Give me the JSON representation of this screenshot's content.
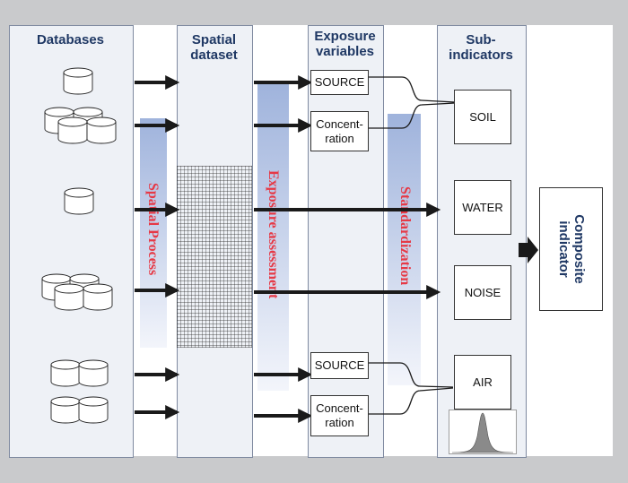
{
  "columns": {
    "databases": "Databases",
    "spatial_dataset": "Spatial\ndataset",
    "exposure_variables": "Exposure\nvariables",
    "sub_indicators": "Sub-\nindicators"
  },
  "processes": {
    "spatial_process": "Spatial Process",
    "exposure_assessment": "Exposure assessment",
    "standardization": "Standardization"
  },
  "exposure_boxes": {
    "top_source": "SOURCE",
    "top_concentration": "Concent-\nration",
    "bottom_source": "SOURCE",
    "bottom_concentration": "Concent-\nration"
  },
  "sub_indicators": [
    "SOIL",
    "WATER",
    "NOISE",
    "AIR"
  ],
  "composite": "Composite\nindicator",
  "colors": {
    "header_text": "#1f3864",
    "process_label": "#e63946",
    "band_top": "#9fb3dc",
    "column_fill": "#eef1f6",
    "background": "#c9cacc"
  },
  "icons": [
    "database-icon",
    "grid-raster-icon",
    "bell-curve-icon",
    "arrow-icon"
  ]
}
